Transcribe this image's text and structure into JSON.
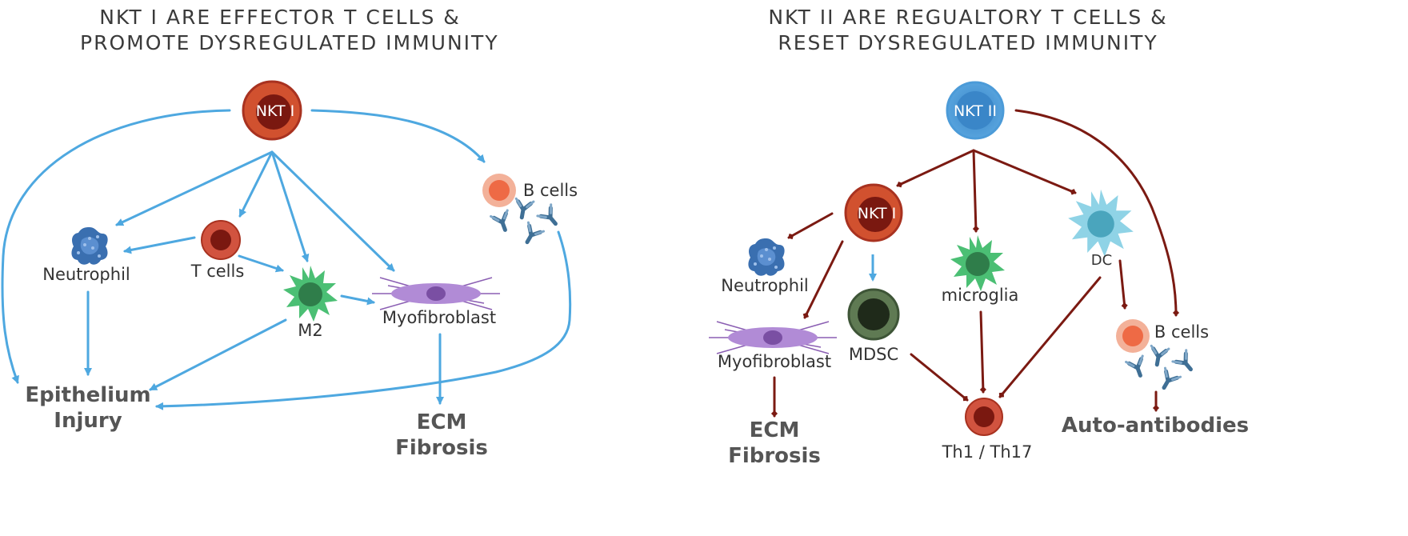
{
  "left_panel": {
    "title_line1": "NKT I ARE EFFECTOR T CELLS &",
    "title_line2": "PROMOTE DYSREGULATED IMMUNITY",
    "center_cell": "NKT I",
    "labels": {
      "b_cells": "B cells",
      "neutrophil": "Neutrophil",
      "t_cells": "T cells",
      "m2": "M2",
      "myofibroblast": "Myofibroblast"
    },
    "outcomes": {
      "epithelium_line1": "Epithelium",
      "epithelium_line2": "Injury",
      "ecm_line1": "ECM",
      "ecm_line2": "Fibrosis"
    }
  },
  "right_panel": {
    "title_line1": "NKT II ARE REGUALTORY T CELLS &",
    "title_line2": "RESET DYSREGULATED IMMUNITY",
    "center_cell": "NKT II",
    "nkt1_cell": "NKT I",
    "labels": {
      "neutrophil": "Neutrophil",
      "myofibroblast": "Myofibroblast",
      "mdsc": "MDSC",
      "microglia": "microglia",
      "dc": "DC",
      "b_cells": "B cells",
      "th": "Th1 / Th17"
    },
    "outcomes": {
      "ecm_line1": "ECM",
      "ecm_line2": "Fibrosis",
      "auto": "Auto-antibodies"
    }
  },
  "colors": {
    "blue_arrow": "#4ea8e0",
    "red_arrow": "#7b1a12",
    "nkt1_outer": "#c8432b",
    "nkt1_inner": "#7a1810",
    "nkt2": "#3d8fd0",
    "neutrophil": "#3a6fb0",
    "m2": "#4bbf74",
    "myofibroblast": "#8b5fb3",
    "b_cell": "#ee6a45",
    "antibody": "#3f6f95",
    "dc": "#5ab8d0",
    "mdsc": "#3e5537"
  },
  "icons": [
    "neutrophil-icon",
    "t-cell-icon",
    "m2-macrophage-icon",
    "myofibroblast-icon",
    "b-cell-icon",
    "antibody-icon",
    "dendritic-cell-icon",
    "mdsc-icon",
    "microglia-icon"
  ]
}
